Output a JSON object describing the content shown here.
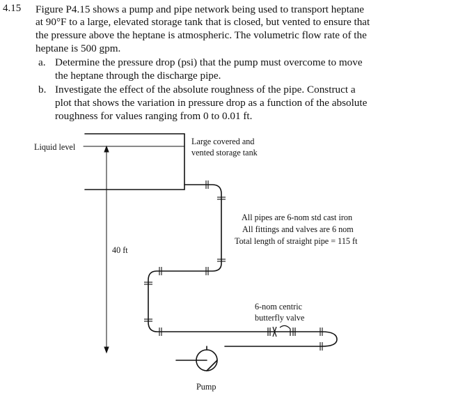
{
  "problem": {
    "number": "4.15",
    "intro_lines": [
      "Figure P4.15 shows a pump and pipe network being used to transport heptane",
      "at 90°F to a large, elevated storage tank that is closed, but vented to ensure that",
      "the pressure above the heptane is atmospheric. The volumetric flow rate of the",
      "heptane is 500 gpm."
    ],
    "part_a": {
      "label": "a.",
      "lines": [
        "Determine the pressure drop (psi) that the pump must overcome to move",
        "the heptane through the discharge pipe."
      ]
    },
    "part_b": {
      "label": "b.",
      "lines": [
        "Investigate the effect of the absolute roughness of the pipe. Construct a",
        "plot that shows the variation in pressure drop as a function of the absolute",
        "roughness for values ranging from 0 to 0.01 ft."
      ]
    }
  },
  "figure": {
    "liquid_level_label": "Liquid level",
    "tank_label_lines": [
      "Large covered and",
      "vented storage tank"
    ],
    "pipe_note_lines": [
      "All pipes are 6-nom std cast iron",
      "All fittings and valves are 6 nom",
      "Total length of straight pipe = 115 ft"
    ],
    "height_label": "40 ft",
    "valve_label_lines": [
      "6-nom centric",
      "butterfly valve"
    ],
    "pump_label": "Pump"
  }
}
